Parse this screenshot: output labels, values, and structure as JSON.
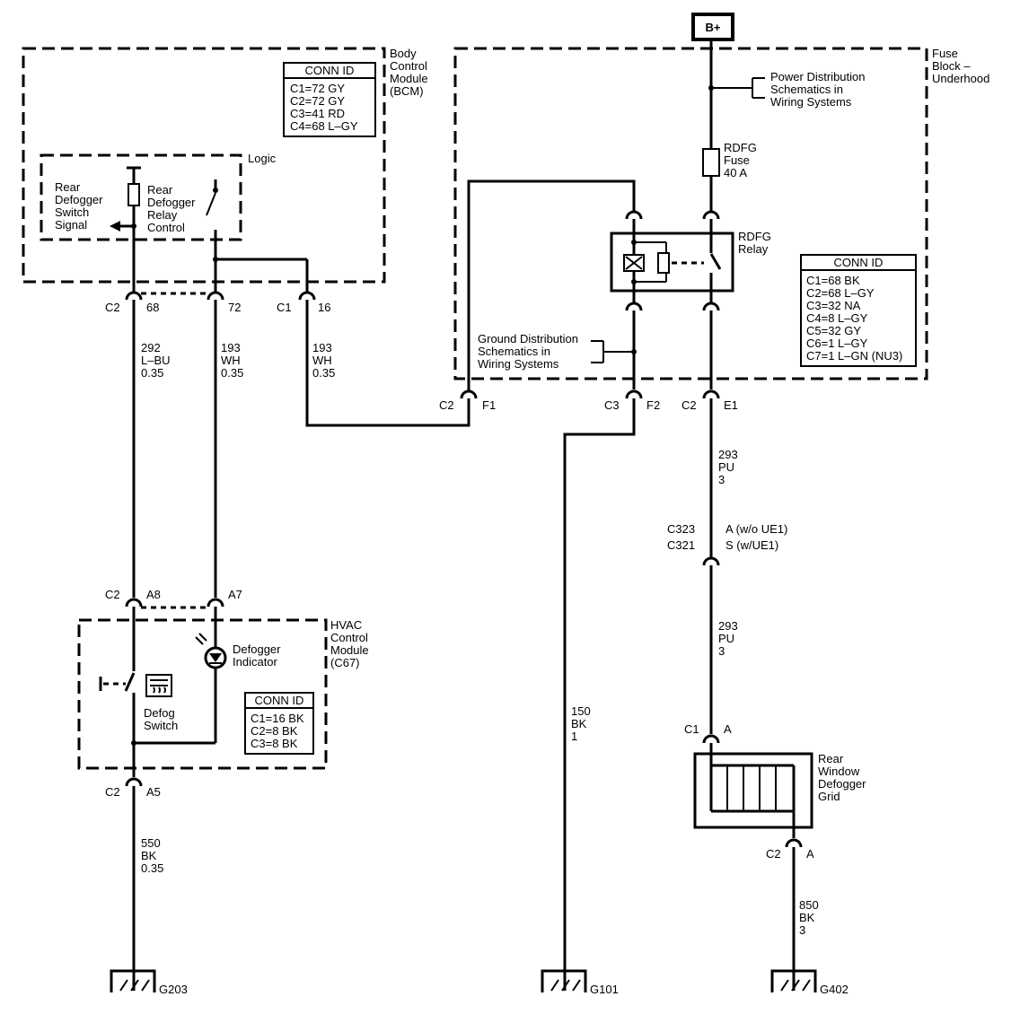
{
  "battery": {
    "label": "B+"
  },
  "modules": {
    "bcm": {
      "lines": [
        "Body",
        "Control",
        "Module",
        "(BCM)"
      ]
    },
    "logic": {
      "label": "Logic"
    },
    "fuse_block": {
      "lines": [
        "Fuse",
        "Block –",
        "Underhood"
      ]
    },
    "hvac": {
      "lines": [
        "HVAC",
        "Control",
        "Module",
        "(C67)"
      ]
    }
  },
  "conn_tables": {
    "bcm": {
      "title": "CONN ID",
      "rows": [
        "C1=72 GY",
        "C2=72 GY",
        "C3=41 RD",
        "C4=68 L–GY"
      ]
    },
    "fuse_block": {
      "title": "CONN ID",
      "rows": [
        "C1=68 BK",
        "C2=68 L–GY",
        "C3=32 NA",
        "C4=8 L–GY",
        "C5=32 GY",
        "C6=1 L–GY",
        "C7=1 L–GN (NU3)"
      ]
    },
    "hvac": {
      "title": "CONN ID",
      "rows": [
        "C1=16 BK",
        "C2=8 BK",
        "C3=8 BK"
      ]
    }
  },
  "labels": {
    "switch_signal": [
      "Rear",
      "Defogger",
      "Switch",
      "Signal"
    ],
    "relay_control": [
      "Rear",
      "Defogger",
      "Relay",
      "Control"
    ],
    "power_dist": [
      "Power Distribution",
      "Schematics in",
      "Wiring Systems"
    ],
    "ground_dist": [
      "Ground Distribution",
      "Schematics in",
      "Wiring Systems"
    ],
    "fuse": [
      "RDFG",
      "Fuse",
      "40 A"
    ],
    "relay": [
      "RDFG",
      "Relay"
    ],
    "defogger_indicator": [
      "Defogger",
      "Indicator"
    ],
    "defog_switch": [
      "Defog",
      "Switch"
    ],
    "grid": [
      "Rear",
      "Window",
      "Defogger",
      "Grid"
    ]
  },
  "connectors": [
    {
      "id": "bcm-c2-68",
      "conn": "C2",
      "pin": "68"
    },
    {
      "id": "bcm-72",
      "conn": "",
      "pin": "72"
    },
    {
      "id": "bcm-c1-16",
      "conn": "C1",
      "pin": "16"
    },
    {
      "id": "fb-c2-f1",
      "conn": "C2",
      "pin": "F1"
    },
    {
      "id": "fb-c3-f2",
      "conn": "C3",
      "pin": "F2"
    },
    {
      "id": "fb-c2-e1",
      "conn": "C2",
      "pin": "E1"
    },
    {
      "id": "inline-c323",
      "conn": "C323",
      "pin": "A (w/o UE1)"
    },
    {
      "id": "inline-c321",
      "conn": "C321",
      "pin": "S (w/UE1)"
    },
    {
      "id": "hvac-c2-a8",
      "conn": "C2",
      "pin": "A8"
    },
    {
      "id": "hvac-a7",
      "conn": "",
      "pin": "A7"
    },
    {
      "id": "hvac-c2-a5",
      "conn": "C2",
      "pin": "A5"
    },
    {
      "id": "grid-c1-a",
      "conn": "C1",
      "pin": "A"
    },
    {
      "id": "grid-c2-a",
      "conn": "C2",
      "pin": "A"
    }
  ],
  "wires": [
    {
      "id": "292",
      "lines": [
        "292",
        "L–BU",
        "0.35"
      ]
    },
    {
      "id": "193a",
      "lines": [
        "193",
        "WH",
        "0.35"
      ]
    },
    {
      "id": "193b",
      "lines": [
        "193",
        "WH",
        "0.35"
      ]
    },
    {
      "id": "293",
      "lines": [
        "293",
        "PU",
        "3"
      ]
    },
    {
      "id": "293b",
      "lines": [
        "293",
        "PU",
        "3"
      ]
    },
    {
      "id": "150",
      "lines": [
        "150",
        "BK",
        "1"
      ]
    },
    {
      "id": "550",
      "lines": [
        "550",
        "BK",
        "0.35"
      ]
    },
    {
      "id": "850",
      "lines": [
        "850",
        "BK",
        "3"
      ]
    }
  ],
  "grounds": [
    {
      "id": "G203"
    },
    {
      "id": "G101"
    },
    {
      "id": "G402"
    }
  ]
}
